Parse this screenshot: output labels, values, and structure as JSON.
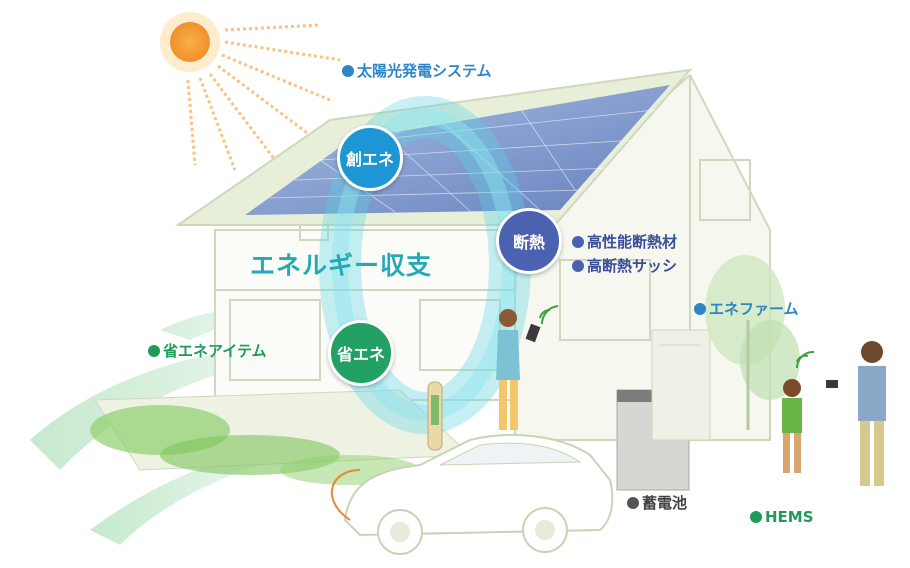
{
  "colors": {
    "blue_label": "#2c86c8",
    "green_label": "#1e9a5a",
    "dark_label": "#444444",
    "navy_label": "#3a4e9a",
    "teal_title": "#25a8b8",
    "badge_sou": "#1e96d6",
    "badge_dan": "#4b62b0",
    "badge_sho": "#23a064",
    "sun": "#f5a23a",
    "glow": "#5dd3e4"
  },
  "labels": {
    "solar": "太陽光発電システム",
    "insulation": "高性能断熱材",
    "sash": "高断熱サッシ",
    "enefarm": "エネファーム",
    "eco_items": "省エネアイテム",
    "battery": "蓄電池",
    "hems": "HEMS"
  },
  "badges": {
    "create": "創エネ",
    "insulate": "断熱",
    "save": "省エネ"
  },
  "title": "エネルギー収支",
  "icons": [
    "sun-icon",
    "house-illustration",
    "solar-panel",
    "car-illustration",
    "battery-unit",
    "person-figure",
    "wifi-icon",
    "tree-illustration"
  ]
}
